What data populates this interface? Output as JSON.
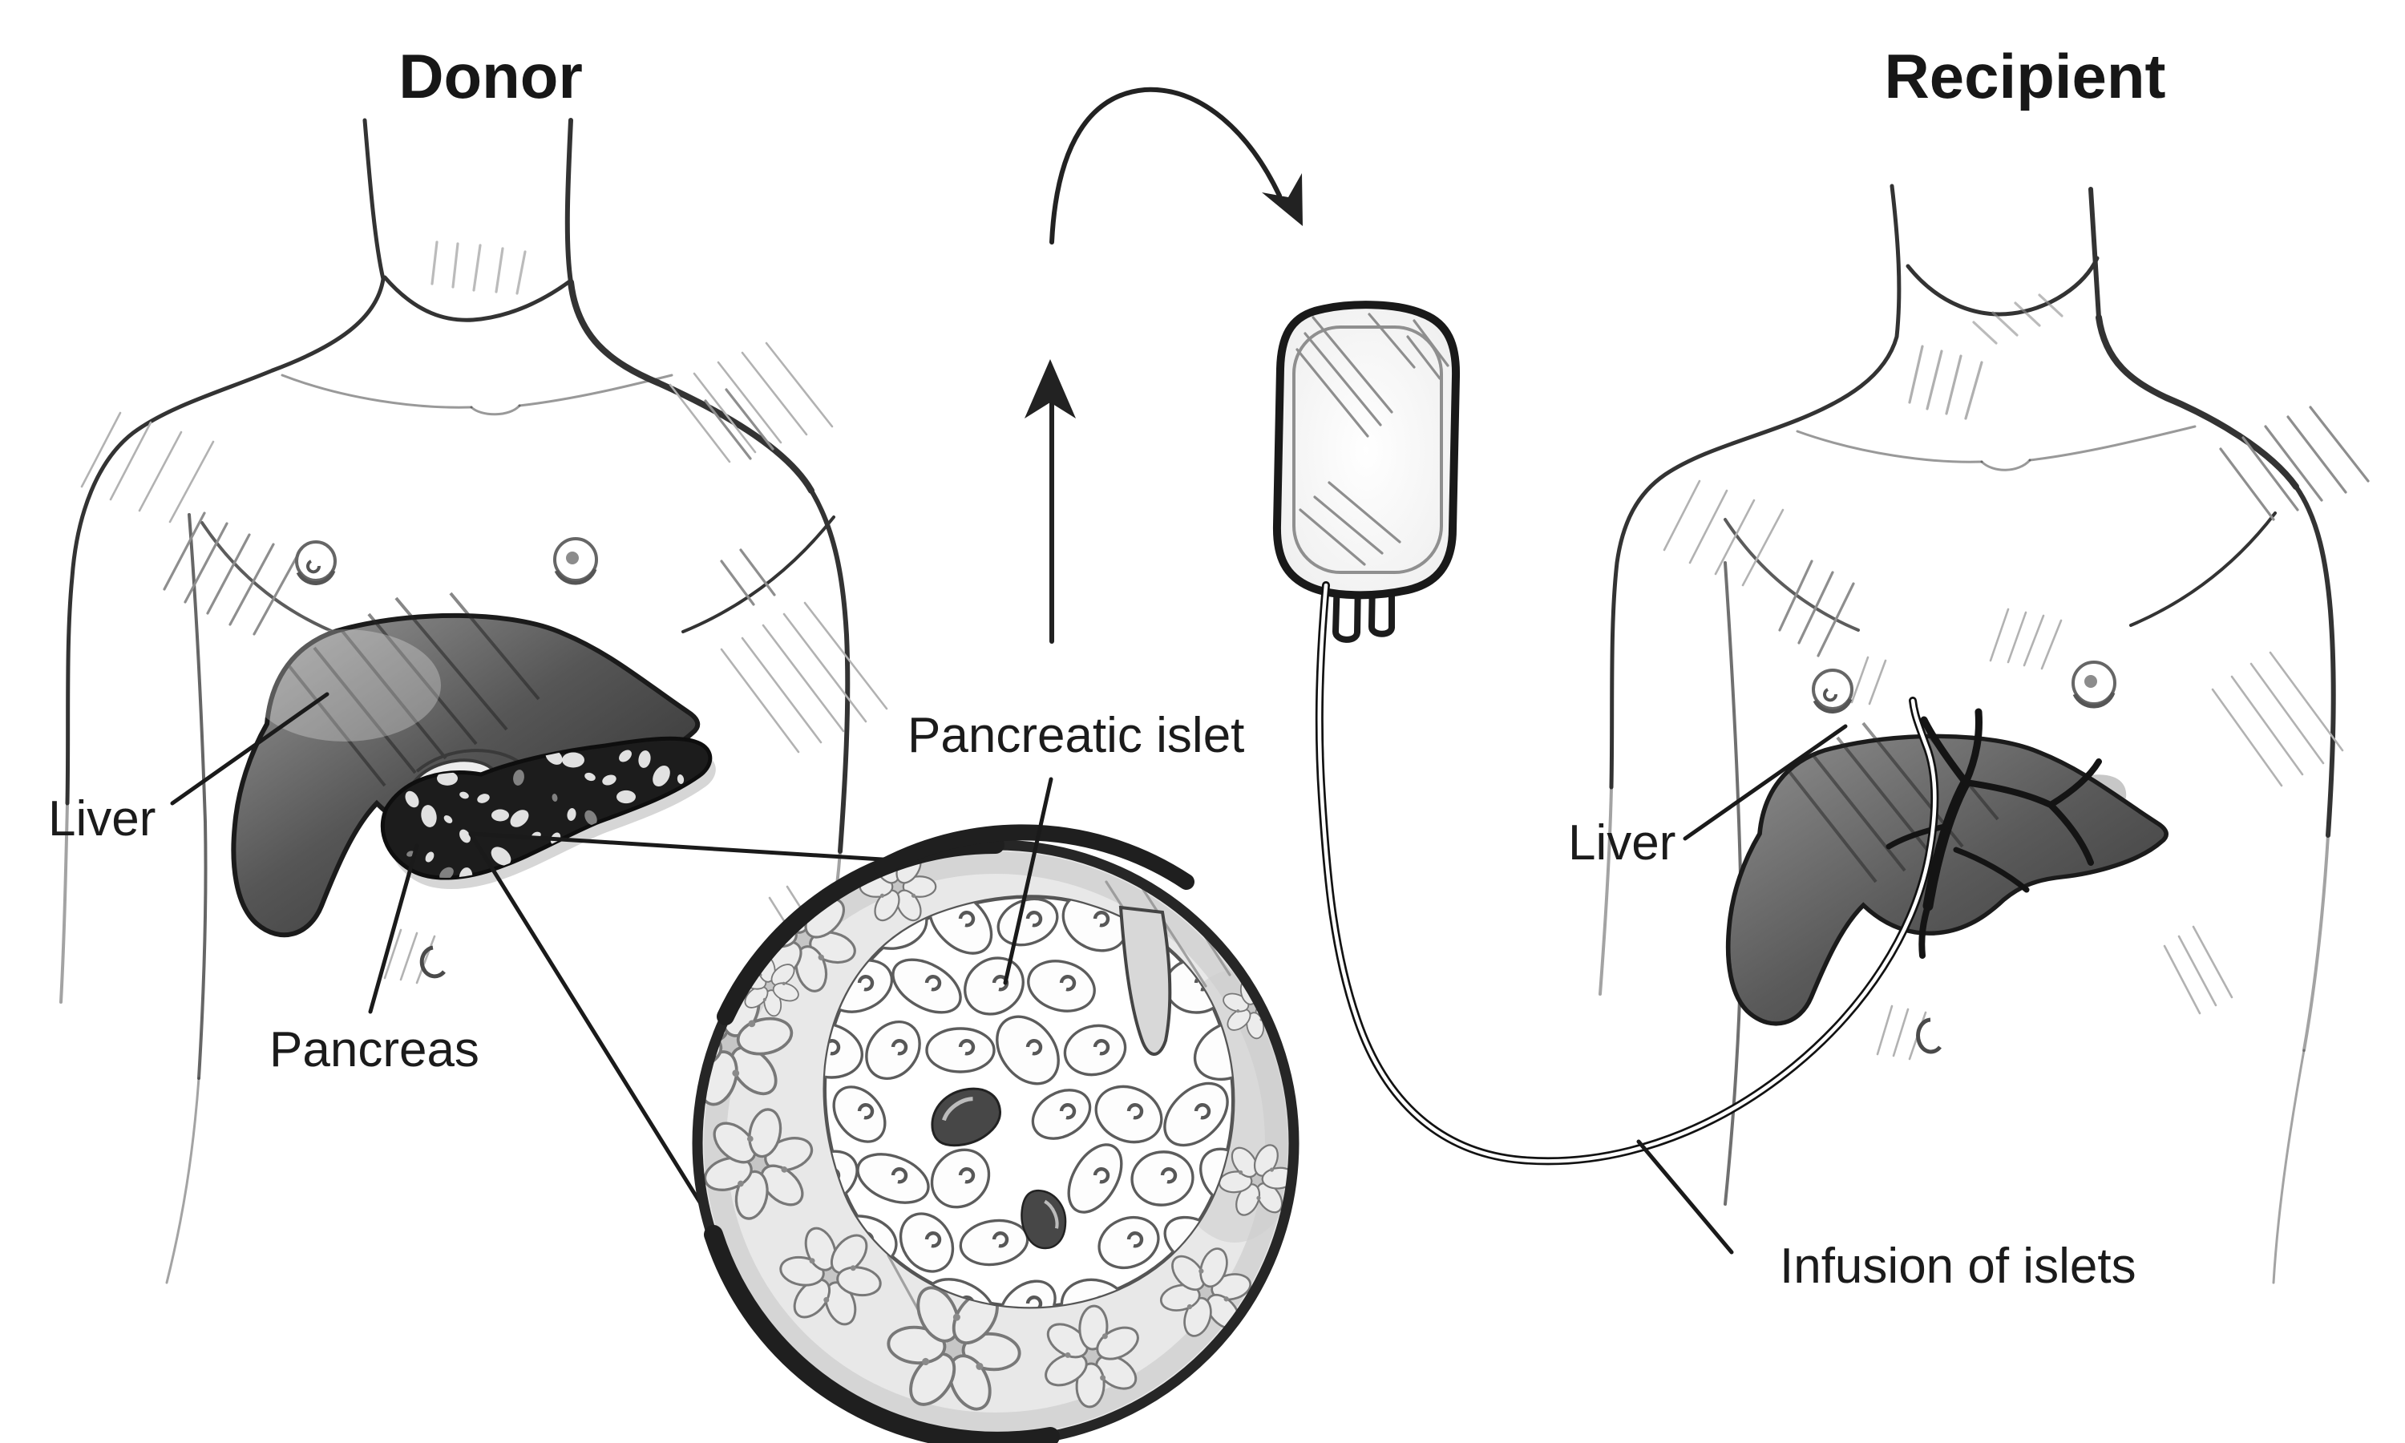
{
  "titles": {
    "donor": "Donor",
    "recipient": "Recipient"
  },
  "labels": {
    "donor_liver": "Liver",
    "donor_pancreas": "Pancreas",
    "pancreatic_islet": "Pancreatic islet",
    "recipient_liver": "Liver",
    "infusion_of_islets": "Infusion of islets"
  },
  "icons": {
    "curved_flow_arrow": "curved-arrow-to-bag",
    "up_flow_arrow": "up-arrow-from-islet"
  },
  "colors": {
    "ink": "#1a1a1a",
    "donor_liver_dark": "#3f3f3f",
    "donor_pancreas_dark": "#1c1c1c",
    "recipient_pancreas_faded": "#cccccc",
    "circle_wash": "#e6e6e6",
    "background": "#ffffff"
  }
}
